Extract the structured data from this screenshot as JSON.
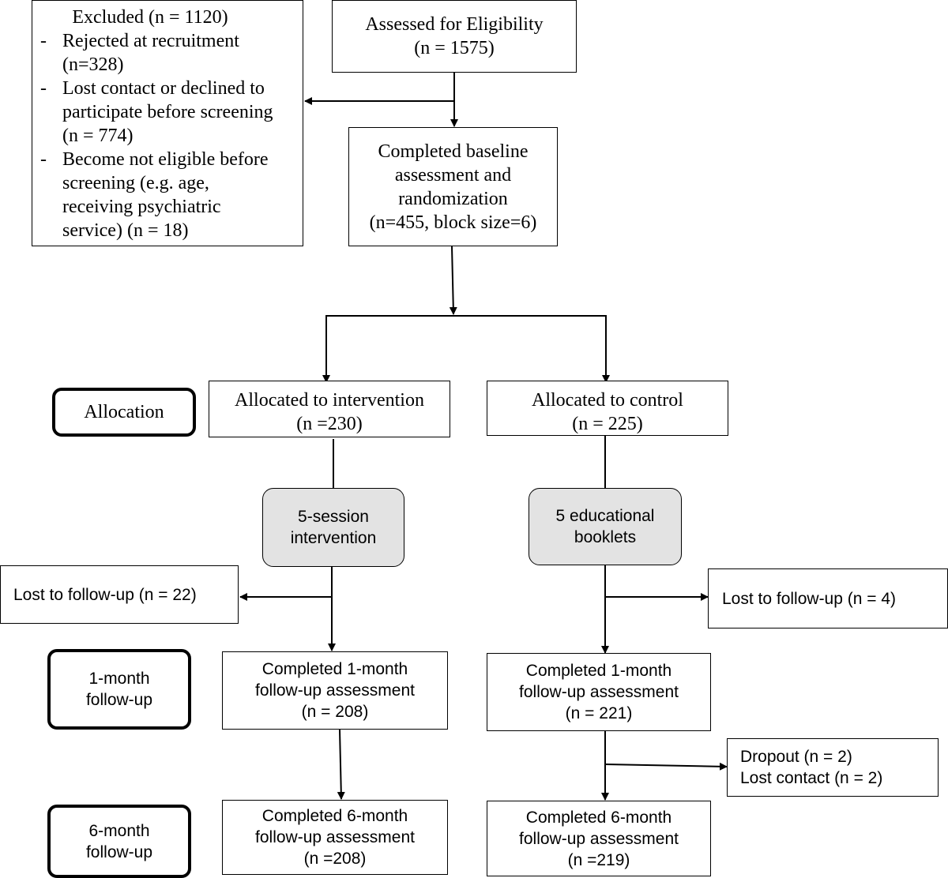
{
  "excluded": {
    "title": "Excluded (n = 1120)",
    "items": [
      {
        "bullet": "-",
        "lines": [
          "Rejected at recruitment",
          "(n=328)"
        ]
      },
      {
        "bullet": "-",
        "lines": [
          "Lost contact or declined to",
          "participate before screening",
          "(n = 774)"
        ]
      },
      {
        "bullet": "-",
        "lines": [
          "Become not eligible before",
          "screening (e.g. age,",
          "receiving psychiatric",
          "service) (n = 18)"
        ]
      }
    ]
  },
  "assessed": {
    "line1": "Assessed for Eligibility",
    "line2": "(n = 1575)"
  },
  "baseline": {
    "line1": "Completed baseline",
    "line2": "assessment and",
    "line3": "randomization",
    "line4": "(n=455, block size=6)"
  },
  "stages": {
    "allocation": "Allocation",
    "one_month": {
      "line1": "1-month",
      "line2": "follow-up"
    },
    "six_month": {
      "line1": "6-month",
      "line2": "follow-up"
    }
  },
  "intervention_arm": {
    "allocated": {
      "line1": "Allocated to intervention",
      "line2": "(n =230)"
    },
    "treatment": {
      "line1": "5-session",
      "line2": "intervention"
    },
    "lost": "Lost to follow-up (n = 22)",
    "one_month": {
      "line1": "Completed 1-month",
      "line2": "follow-up assessment",
      "line3": "(n = 208)"
    },
    "six_month": {
      "line1": "Completed 6-month",
      "line2": "follow-up assessment",
      "line3": "(n =208)"
    }
  },
  "control_arm": {
    "allocated": {
      "line1": "Allocated to control",
      "line2": "(n = 225)"
    },
    "treatment": {
      "line1": "5 educational",
      "line2": "booklets"
    },
    "lost": "Lost to follow-up (n = 4)",
    "one_month": {
      "line1": "Completed 1-month",
      "line2": "follow-up assessment",
      "line3": "(n = 221)"
    },
    "dropout": {
      "line1": "Dropout (n = 2)",
      "line2": "Lost contact (n = 2)"
    },
    "six_month": {
      "line1": "Completed 6-month",
      "line2": "follow-up assessment",
      "line3": "(n =219)"
    }
  },
  "colors": {
    "line": "#000000",
    "treatment_fill": "#e3e3e3"
  }
}
